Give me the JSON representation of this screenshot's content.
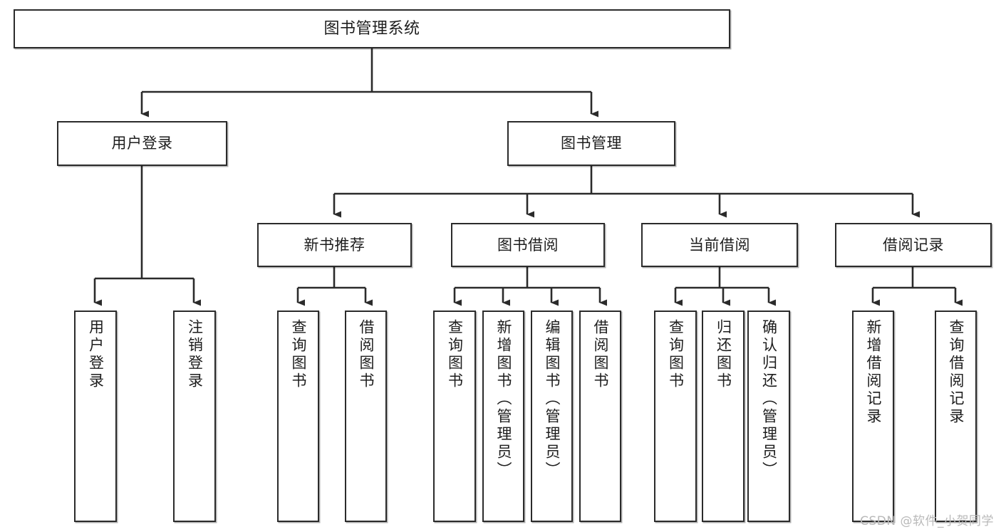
{
  "diagram": {
    "title": "图书管理系统",
    "type": "tree-hierarchy-chart",
    "orientation": "top-down",
    "colors": {
      "box_border": "#2b2b2b",
      "box_fill": "#ffffff",
      "edge": "#2b2b2b",
      "text": "#1d1d1d",
      "watermark": "#b9b9b9",
      "background": "#ffffff"
    },
    "root": {
      "label": "图书管理系统"
    },
    "level1": [
      {
        "label": "用户登录"
      },
      {
        "label": "图书管理"
      }
    ],
    "level2": [
      {
        "label": "新书推荐"
      },
      {
        "label": "图书借阅"
      },
      {
        "label": "当前借阅"
      },
      {
        "label": "借阅记录"
      }
    ],
    "leaves": {
      "user_login": [
        {
          "label": "用户登录"
        },
        {
          "label": "注销登录"
        }
      ],
      "new_book_recommend": [
        {
          "label": "查询图书"
        },
        {
          "label": "借阅图书"
        }
      ],
      "book_borrow": [
        {
          "label": "查询图书"
        },
        {
          "label": "新增图书（管理员）"
        },
        {
          "label": "编辑图书（管理员）"
        },
        {
          "label": "借阅图书"
        }
      ],
      "current_borrow": [
        {
          "label": "查询图书"
        },
        {
          "label": "归还图书"
        },
        {
          "label": "确认归还（管理员）"
        }
      ],
      "borrow_record": [
        {
          "label": "新增借阅记录"
        },
        {
          "label": "查询借阅记录"
        }
      ]
    },
    "watermark": "CSDN @软件_小贺同学"
  }
}
